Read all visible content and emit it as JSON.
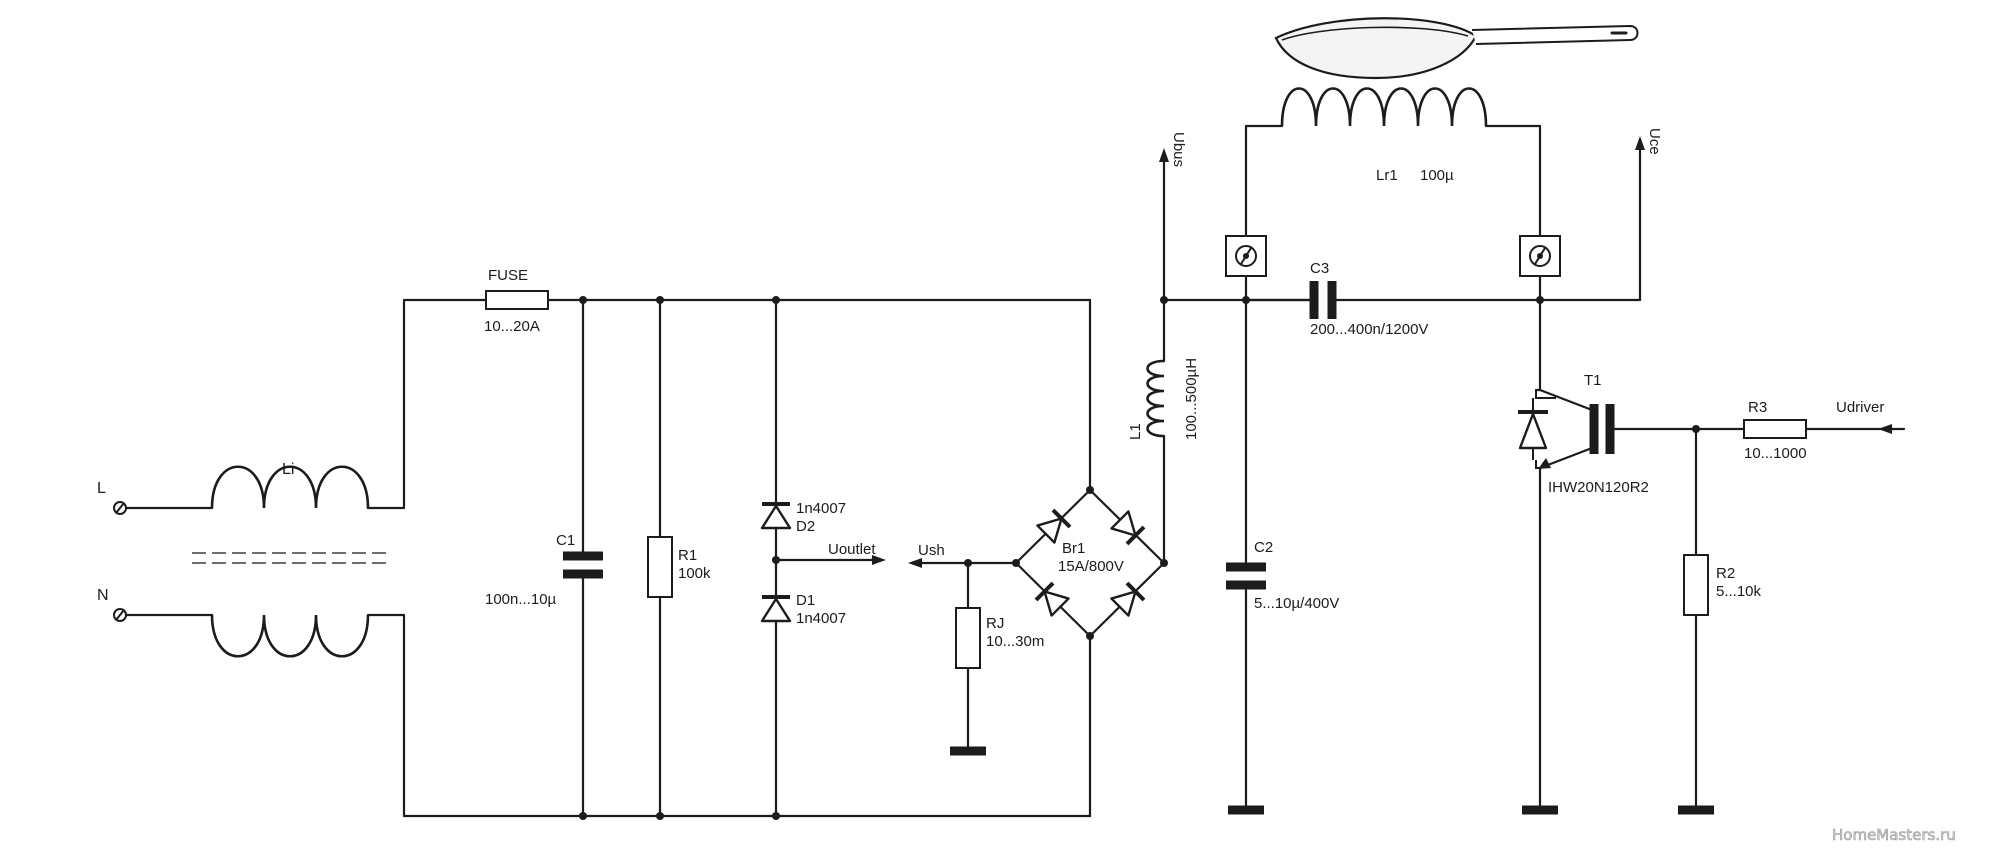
{
  "terminals": {
    "line": "L",
    "neutral": "N"
  },
  "components": {
    "input_choke": {
      "name": "Li"
    },
    "fuse": {
      "name": "FUSE",
      "value": "10...20A"
    },
    "c1": {
      "name": "C1",
      "value": "100n...10µ"
    },
    "r1": {
      "name": "R1",
      "value": "100k"
    },
    "d2": {
      "name": "D2",
      "part": "1n4007"
    },
    "d1": {
      "name": "D1",
      "part": "1n4007"
    },
    "rj": {
      "name": "RJ",
      "value": "10...30m"
    },
    "br1": {
      "name": "Br1",
      "value": "15A/800V"
    },
    "l1": {
      "name": "L1",
      "value": "100...500µH"
    },
    "c2": {
      "name": "C2",
      "value": "5...10µ/400V"
    },
    "c3": {
      "name": "C3",
      "value": "200...400n/1200V"
    },
    "lr1": {
      "name": "Lr1",
      "value": "100µ"
    },
    "t1": {
      "name": "T1",
      "part": "IHW20N120R2"
    },
    "r2": {
      "name": "R2",
      "value": "5...10k"
    },
    "r3": {
      "name": "R3",
      "value": "10...1000"
    }
  },
  "signals": {
    "outlet": "Uoutlet",
    "shunt": "Ush",
    "bus": "Ubus",
    "collector": "Uce",
    "driver": "Udriver"
  },
  "watermark": "HomeMasters.ru"
}
